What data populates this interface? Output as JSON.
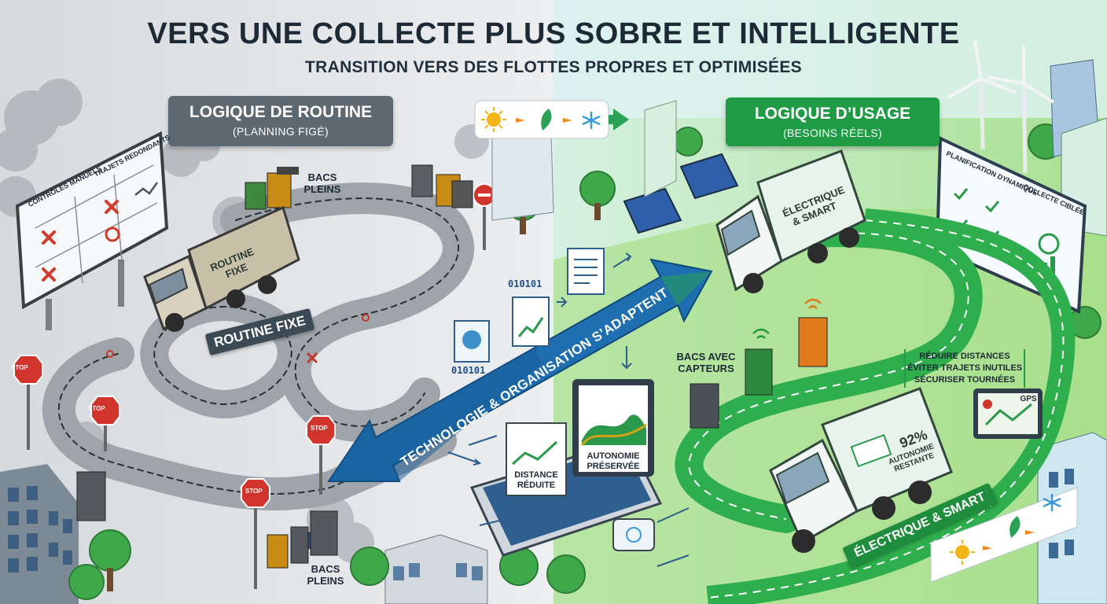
{
  "header": {
    "title": "VERS UNE COLLECTE PLUS SOBRE ET INTELLIGENTE",
    "subtitle": "TRANSITION VERS DES FLOTTES PROPRES ET OPTIMISÉES"
  },
  "left_panel": {
    "title": "LOGIQUE DE ROUTINE",
    "subtitle": "(PLANNING FIGÉ)",
    "billboard_col1": "CONTRÔLES MANUELS",
    "billboard_col2": "TRAJETS REDONDANTS",
    "bins_top_label": "BACS PLEINS",
    "bins_bottom_label": "BACS PLEINS",
    "truck_label": "ROUTINE FIXE",
    "road_tag": "ROUTINE FIXE",
    "stop_sign": "STOP",
    "accent_color": "#5e6870"
  },
  "right_panel": {
    "title": "LOGIQUE D’USAGE",
    "subtitle": "(BESOINS RÉELS)",
    "billboard_col1": "PLANIFICATION DYNAMIQUE",
    "billboard_col2": "COLLECTE CIBLÉE",
    "sensor_bins_label": "BACS AVEC CAPTEURS",
    "truck_top_label": "ÉLECTRIQUE & SMART",
    "truck_bottom_percent": "92%",
    "truck_bottom_label": "AUTONOMIE RESTANTE",
    "road_tag": "ÉLECTRIQUE & SMART",
    "benefits": [
      "RÉDUIRE DISTANCES",
      "ÉVITER TRAJETS INUTILES",
      "SÉCURISER TOURNÉES"
    ],
    "gps_label": "GPS",
    "accent_color": "#1f9a45"
  },
  "center": {
    "arrow_label": "TECHNOLOGIE & ORGANISATION S’ADAPTENT",
    "binary_top": "010101",
    "binary_bottom": "010101",
    "card_distance": "DISTANCE RÉDUITE",
    "card_autonomy": "AUTONOMIE PRÉSERVÉE",
    "arrow_color": "#1f6fb0"
  },
  "icons": [
    "sun-icon",
    "leaf-icon",
    "snowflake-icon",
    "wifi-icon",
    "solar-panel-icon",
    "wind-turbine-icon",
    "gps-pin-icon"
  ]
}
